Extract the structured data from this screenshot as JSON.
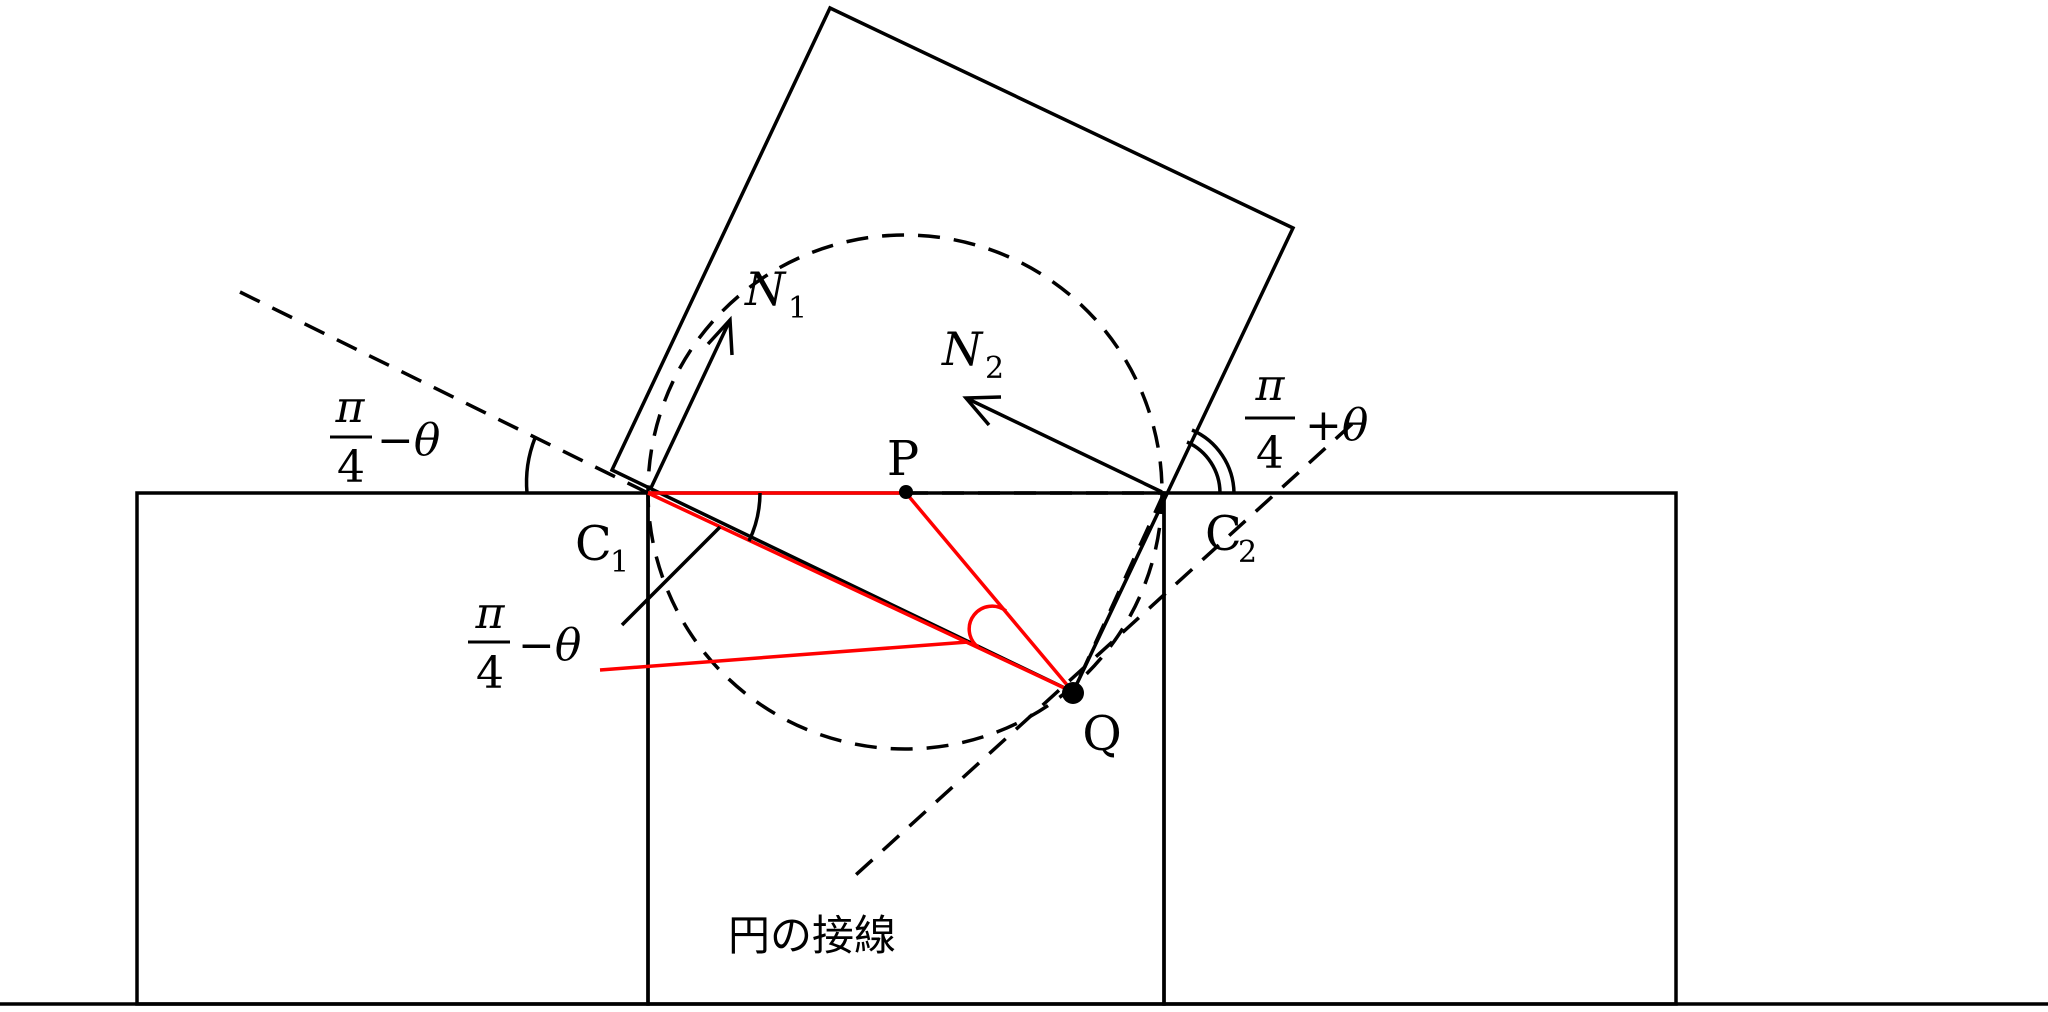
{
  "labels": {
    "angle_left_num": "π",
    "angle_left_den": "4",
    "angle_left_rest": "−θ",
    "c1": "C",
    "c1_sub": "1",
    "angle_mid_num": "π",
    "angle_mid_den": "4",
    "angle_mid_rest": "−θ",
    "n1": "N",
    "n1_sub": "1",
    "n2": "N",
    "n2_sub": "2",
    "p": "P",
    "angle_right_num": "π",
    "angle_right_den": "4",
    "angle_right_rest": "+θ",
    "c2": "C",
    "c2_sub": "2",
    "q": "Q",
    "tangent": "円の接線"
  },
  "colors": {
    "line": "#000000",
    "highlight": "#ff0000"
  }
}
